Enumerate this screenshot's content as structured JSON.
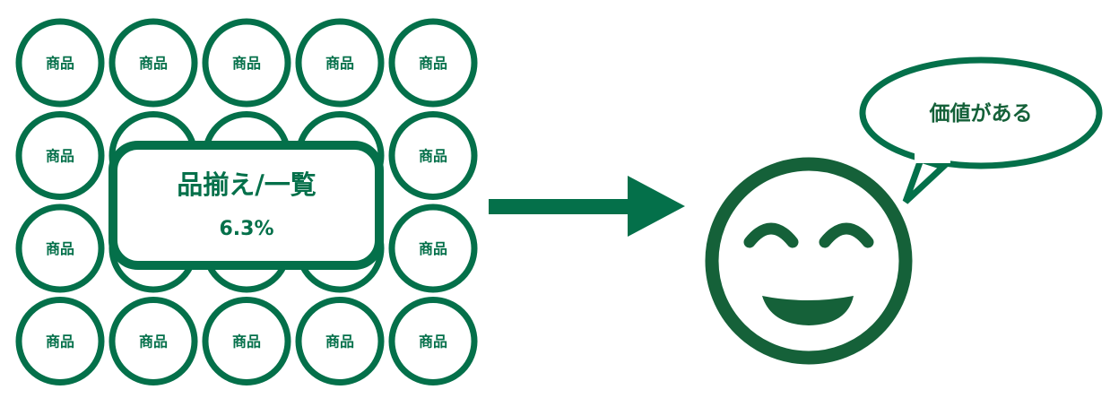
{
  "colors": {
    "primary": "#04704a",
    "face": "#156139",
    "background": "#ffffff"
  },
  "product_grid": {
    "item_label": "商品",
    "rows": 4,
    "cols": 5
  },
  "assortment_box": {
    "title": "品揃え/一覧",
    "value": "6.3%"
  },
  "speech_bubble": {
    "text": "価値がある"
  },
  "icons": [
    "product-circle",
    "right-arrow-icon",
    "smiling-face-icon",
    "speech-bubble-icon"
  ]
}
